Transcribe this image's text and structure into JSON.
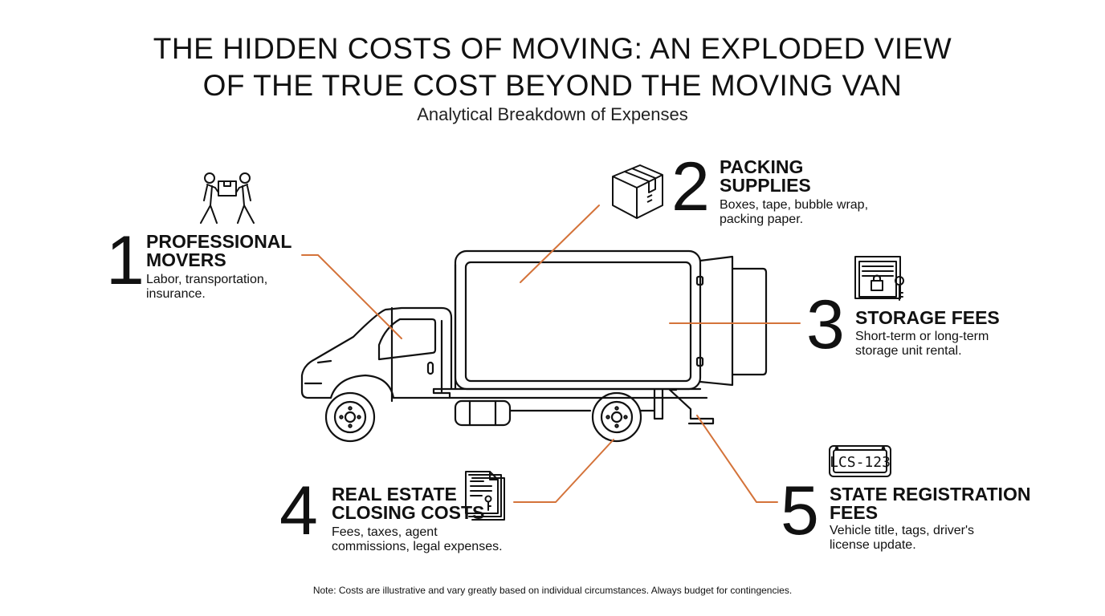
{
  "title": {
    "line1": "THE HIDDEN COSTS OF MOVING: AN EXPLODED VIEW",
    "line2": "OF THE TRUE COST BEYOND THE MOVING VAN"
  },
  "subtitle": "Analytical Breakdown of Expenses",
  "colors": {
    "leader": "#d4733a",
    "ink": "#111111"
  },
  "items": [
    {
      "number": "1",
      "heading": [
        "PROFESSIONAL",
        "MOVERS"
      ],
      "description": [
        "Labor, transportation,",
        "insurance."
      ],
      "icon": "two-movers-carrying-box-icon"
    },
    {
      "number": "2",
      "heading": [
        "PACKING",
        "SUPPLIES"
      ],
      "description": [
        "Boxes, tape, bubble wrap,",
        "packing paper."
      ],
      "icon": "cardboard-box-icon"
    },
    {
      "number": "3",
      "heading": [
        "STORAGE FEES"
      ],
      "description": [
        "Short-term or long-term",
        "storage unit rental."
      ],
      "icon": "storage-unit-lock-key-icon"
    },
    {
      "number": "4",
      "heading": [
        "REAL ESTATE",
        "CLOSING COSTS"
      ],
      "description": [
        "Fees, taxes, agent",
        "commissions, legal expenses."
      ],
      "icon": "closing-documents-icon"
    },
    {
      "number": "5",
      "heading": [
        "STATE REGISTRATION",
        "FEES"
      ],
      "description": [
        "Vehicle title, tags, driver's",
        "license update."
      ],
      "icon": "license-plate-icon",
      "plate_text": "LCS-123"
    }
  ],
  "note": "Note: Costs are illustrative and vary greatly based on individual circumstances. Always budget for contingencies."
}
